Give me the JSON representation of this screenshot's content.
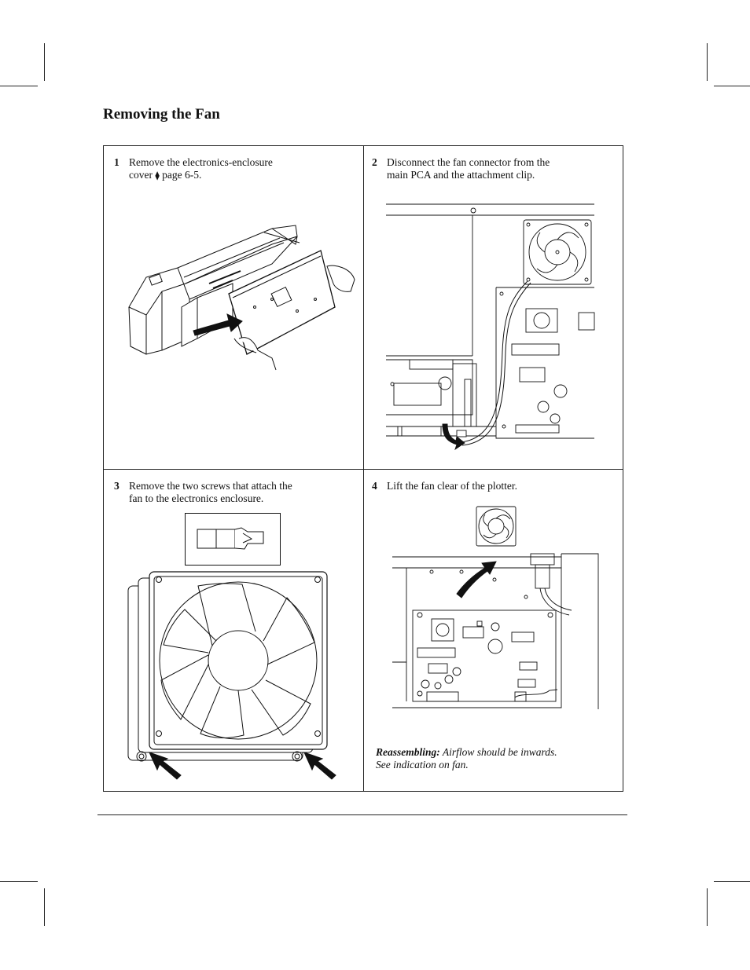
{
  "page": {
    "title": "Removing the Fan"
  },
  "steps": [
    {
      "number": "1",
      "line1": "Remove the electronics-enclosure",
      "line2_prefix": "cover",
      "arrow_glyph": "⧫",
      "line2_suffix": " page 6-5."
    },
    {
      "number": "2",
      "line1": "Disconnect the fan connector from the",
      "line2": "main PCA and the attachment clip."
    },
    {
      "number": "3",
      "line1": "Remove the two screws that attach the",
      "line2": "fan to the electronics enclosure."
    },
    {
      "number": "4",
      "line1": "Lift the fan clear of the plotter."
    }
  ],
  "reassembly": {
    "label": "Reassembling:",
    "text_line1": " Airflow should be inwards.",
    "text_line2": "See indication on fan."
  },
  "illustrations": {
    "step1": "plotter-enclosure-cover-removal",
    "step2": "fan-connector-on-main-pca",
    "step3": "fan-with-screw-arrows",
    "step3_tool": "torx-screwdriver-bit-icon",
    "step4": "fan-lifted-from-plotter"
  }
}
